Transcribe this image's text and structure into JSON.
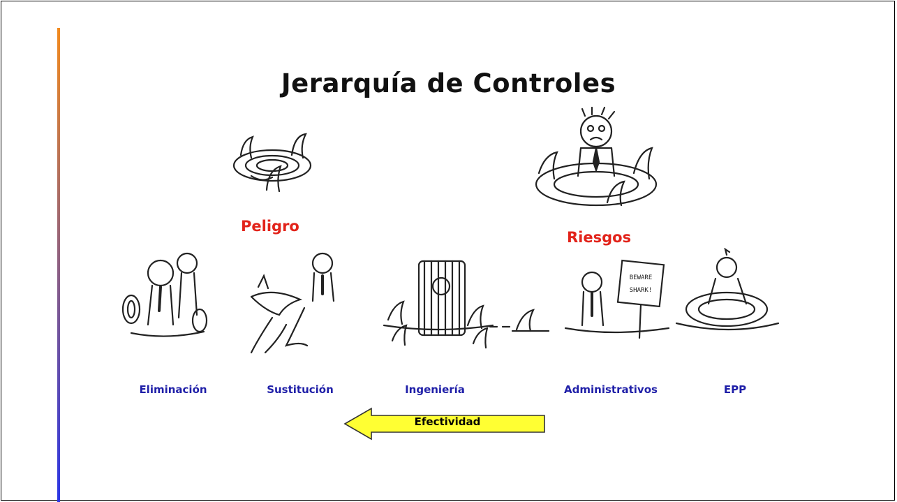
{
  "slide": {
    "title": "Jerarquía de Controles",
    "hazard_label": "Peligro",
    "risk_label": "Riesgos",
    "controls": [
      "Eliminación",
      "Sustitución",
      "Ingeniería",
      "Administrativos",
      "EPP"
    ],
    "arrow_label": "Efectividad",
    "sign_text": "BEWARE SHARK!"
  },
  "colors": {
    "title": "#111111",
    "hazard_red": "#e2231a",
    "control_blue": "#1f1fa8",
    "arrow_fill": "#ffff33",
    "accent_top": "#f28a1e",
    "accent_bottom": "#2b36e6",
    "frame": "#000000"
  },
  "icons": [
    "shark-pool-icon",
    "worried-man-in-pool-icon",
    "elimination-scene-icon",
    "substitution-scene-icon",
    "shark-cage-icon",
    "warning-sign-scene-icon",
    "life-raft-icon",
    "left-arrow-icon"
  ]
}
